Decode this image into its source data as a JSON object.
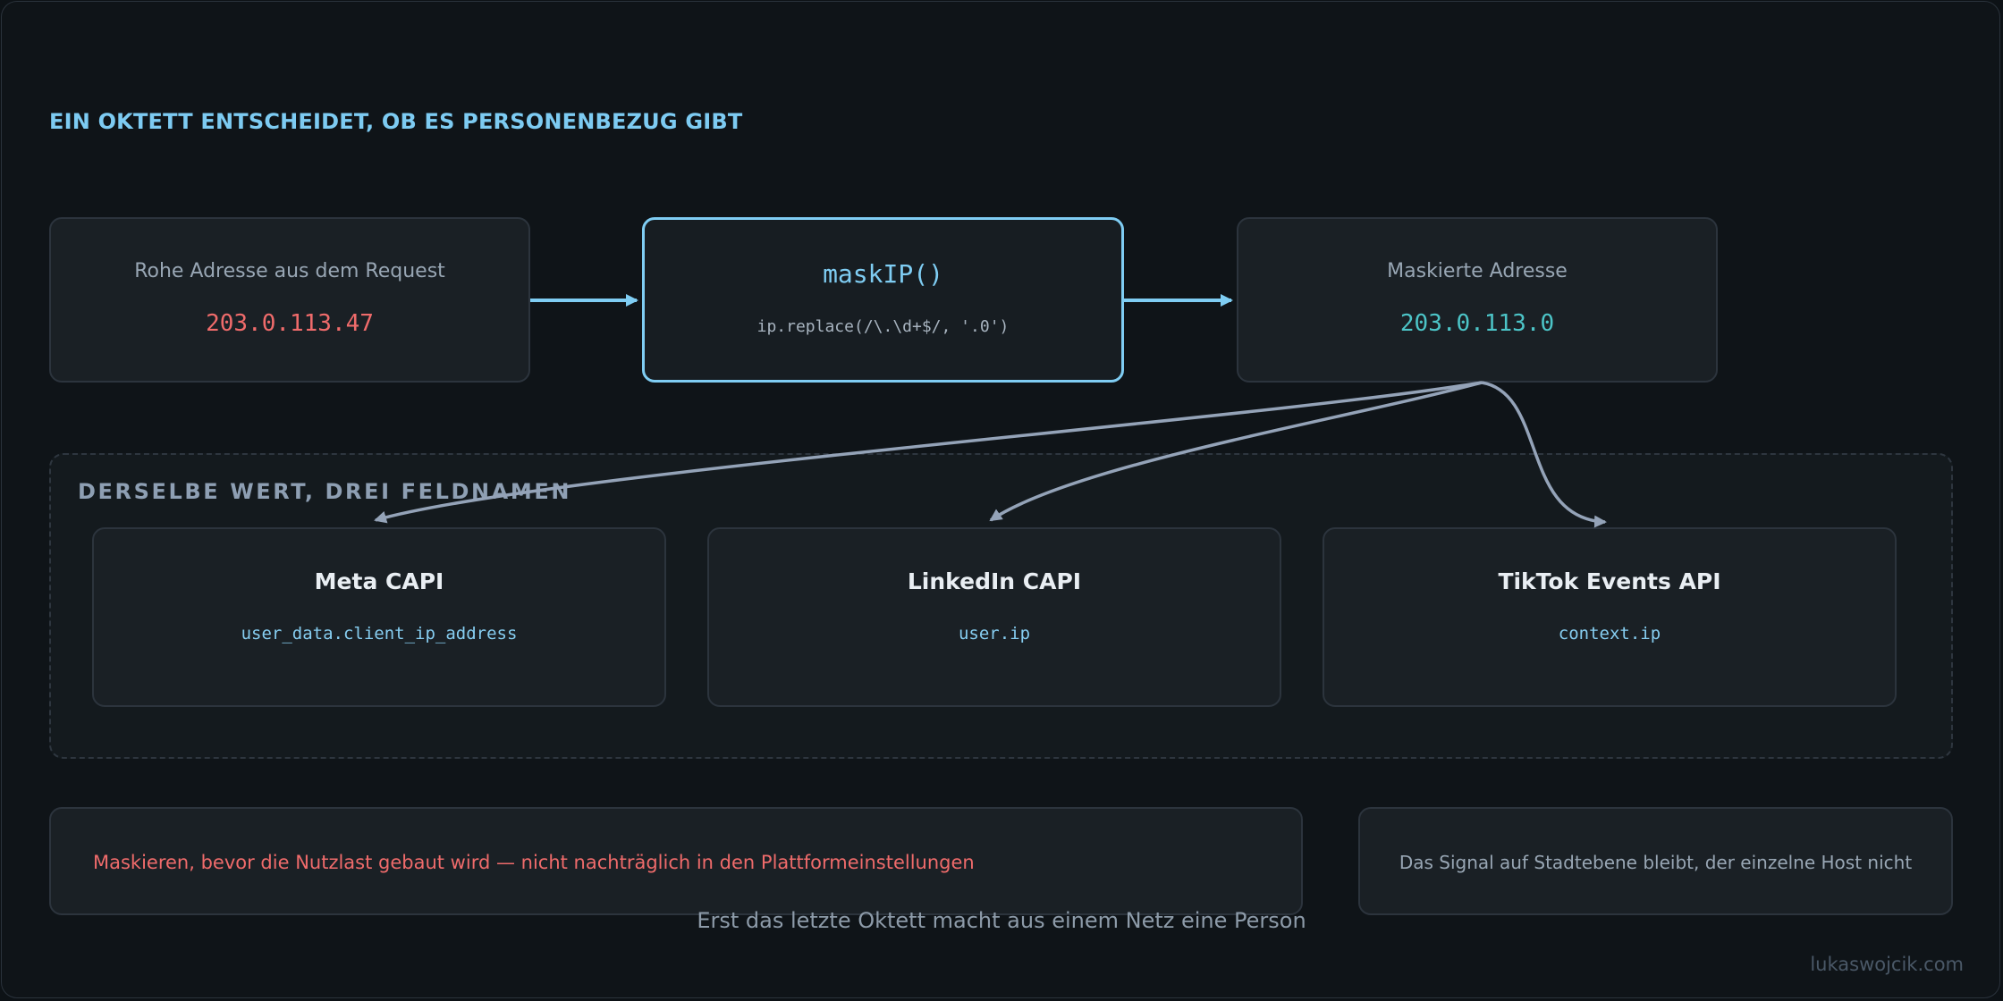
{
  "title": "EIN OKTETT ENTSCHEIDET, OB ES PERSONENBEZUG GIBT",
  "input": {
    "label": "Rohe Adresse aus dem Request",
    "value": "203.0.113.47"
  },
  "mask": {
    "label": "maskIP()",
    "code": "ip.replace(/\\.\\d+$/, '.0')"
  },
  "output": {
    "label": "Maskierte Adresse",
    "value": "203.0.113.0"
  },
  "group": {
    "title": "DERSELBE WERT, DREI FELDNAMEN",
    "targets": [
      {
        "name": "Meta CAPI",
        "field": "user_data.client_ip_address"
      },
      {
        "name": "LinkedIn CAPI",
        "field": "user.ip"
      },
      {
        "name": "TikTok Events API",
        "field": "context.ip"
      }
    ]
  },
  "notes": {
    "warning": "Maskieren, bevor die Nutzlast gebaut wird — nicht nachträglich in den Plattformeinstellungen",
    "info": "Das Signal auf Stadtebene bleibt, der einzelne Host nicht"
  },
  "footnote": "Erst das letzte Oktett macht aus einem Netz eine Person",
  "credit": "lukaswojcik.com",
  "colors": {
    "accent": "#7dcbf2",
    "raw_value": "#ef6b6b",
    "masked_value": "#4cc4c7",
    "connector": "#94a3b8"
  }
}
